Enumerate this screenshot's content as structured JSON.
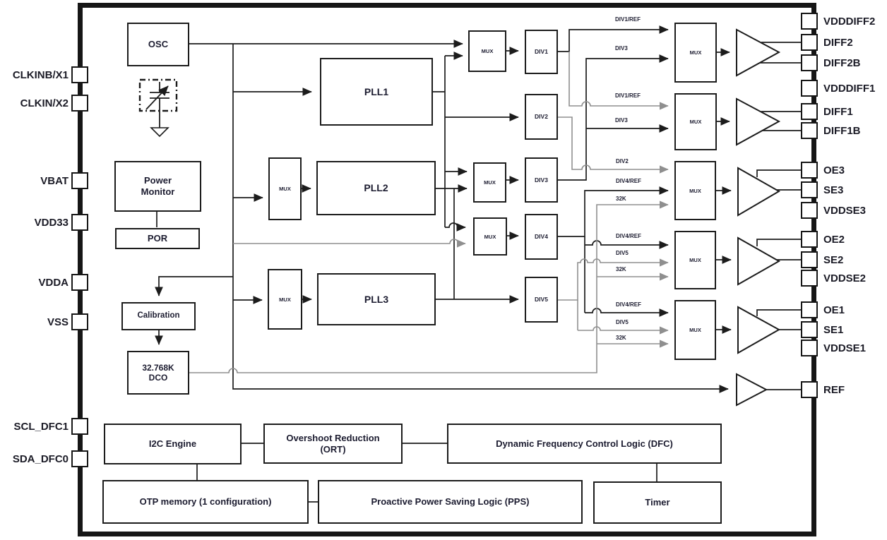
{
  "chip": {
    "blocks": {
      "osc": "OSC",
      "power_monitor_line1": "Power",
      "power_monitor_line2": "Monitor",
      "por": "POR",
      "calibration": "Calibration",
      "dco_line1": "32.768K",
      "dco_line2": "DCO",
      "pll1": "PLL1",
      "pll2": "PLL2",
      "pll3": "PLL3",
      "mux": "MUX",
      "div1": "DIV1",
      "div2": "DIV2",
      "div3": "DIV3",
      "div4": "DIV4",
      "div5": "DIV5",
      "i2c": "I2C Engine",
      "ort_line1": "Overshoot Reduction",
      "ort_line2": "(ORT)",
      "dfc": "Dynamic Frequency Control Logic (DFC)",
      "otp": "OTP memory (1 configuration)",
      "pps": "Proactive Power Saving Logic (PPS)",
      "timer": "Timer"
    },
    "pins_left": [
      "CLKINB/X1",
      "CLKIN/X2",
      "VBAT",
      "VDD33",
      "VDDA",
      "VSS",
      "SCL_DFC1",
      "SDA_DFC0"
    ],
    "pins_right": [
      "VDDDIFF2",
      "DIFF2",
      "DIFF2B",
      "VDDDIFF1",
      "DIFF1",
      "DIFF1B",
      "OE3",
      "SE3",
      "VDDSE3",
      "OE2",
      "SE2",
      "VDDSE2",
      "OE1",
      "SE1",
      "VDDSE1",
      "REF"
    ],
    "wire_labels": [
      "DIV1/REF",
      "DIV3",
      "DIV1/REF",
      "DIV3",
      "DIV2",
      "DIV4/REF",
      "32K",
      "DIV4/REF",
      "DIV5",
      "32K",
      "DIV4/REF",
      "DIV5",
      "32K"
    ],
    "colors": {
      "line": "#1c1c1c",
      "gray_line": "#8f8f8f",
      "text": "#1c1c30",
      "background": "#ffffff"
    }
  }
}
